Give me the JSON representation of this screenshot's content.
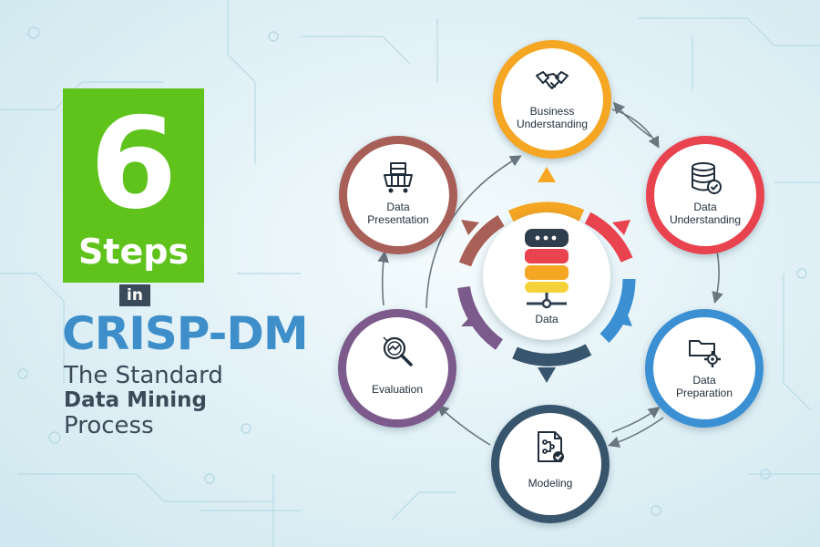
{
  "title": {
    "number": "6",
    "steps": "Steps",
    "in": "in",
    "crisp": "CRISP-DM",
    "line1": "The Standard",
    "line2": "Data Mining",
    "line3": "Process"
  },
  "center": {
    "label": "Data",
    "icon": "database-icon"
  },
  "nodes": [
    {
      "label": "Business\nUnderstanding",
      "icon": "handshake-icon",
      "color": "#f5a623"
    },
    {
      "label": "Data\nUnderstanding",
      "icon": "database-check-icon",
      "color": "#e9434f"
    },
    {
      "label": "Data\nPreparation",
      "icon": "folder-gear-icon",
      "color": "#3b8fd3"
    },
    {
      "label": "Modeling",
      "icon": "document-check-icon",
      "color": "#37566d"
    },
    {
      "label": "Evaluation",
      "icon": "magnifier-chart-icon",
      "color": "#7d5a8c"
    },
    {
      "label": "Data\nPresentation",
      "icon": "cart-icon",
      "color": "#a85f57"
    }
  ],
  "colors": {
    "green": "#5fc31c",
    "crisp_blue": "#3d8ec9",
    "dark_text": "#3b4a58"
  }
}
